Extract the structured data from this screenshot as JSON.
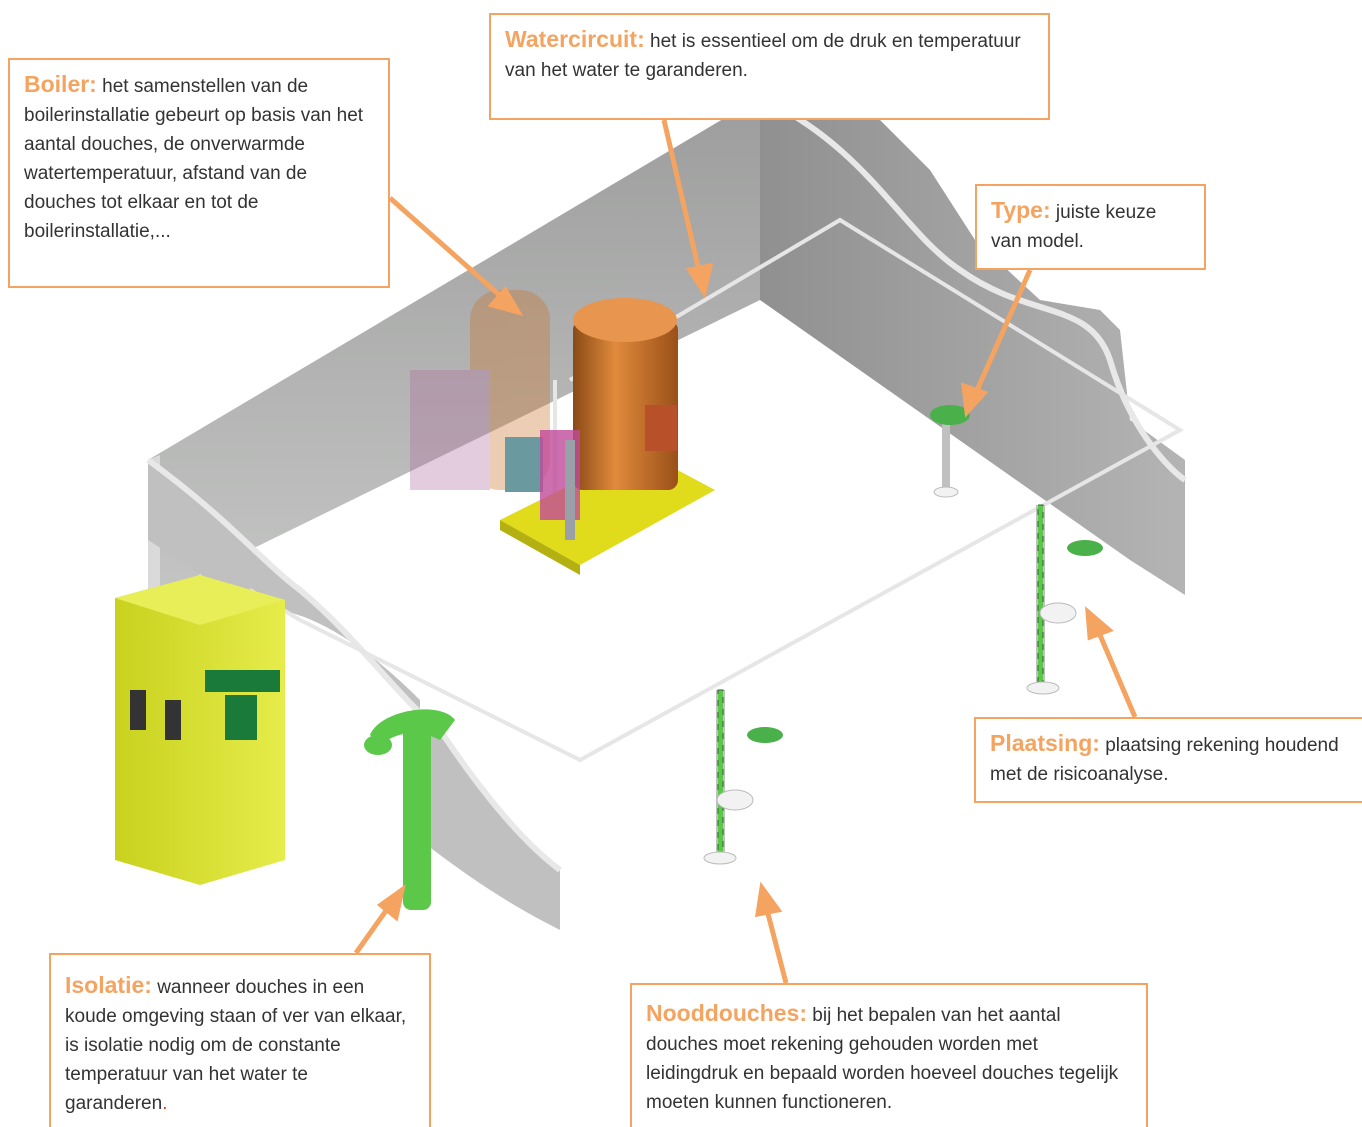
{
  "callouts": {
    "boiler": {
      "keyword": "Boiler:",
      "text": "het samenstellen van de boilerinstallatie gebeurt op basis van het aantal douches, de onverwarmde watertemperatuur, afstand van de douches tot elkaar en tot de boilerinstallatie,..."
    },
    "watercircuit": {
      "keyword": "Watercircuit:",
      "text": "het is essentieel om de druk en temperatuur van het water te garanderen."
    },
    "type": {
      "keyword": "Type:",
      "text": "juiste keuze van model."
    },
    "plaatsing": {
      "keyword": "Plaatsing:",
      "text": "plaatsing rekening houdend met de risicoanalyse."
    },
    "isolatie": {
      "keyword": "Isolatie:",
      "text": "wanneer douches in een koude omgeving staan of ver van elkaar, is isolatie nodig om de constante temperatuur van het water te garanderen",
      "tail": "."
    },
    "nooddouches": {
      "keyword": "Nooddouches:",
      "text": "bij het bepalen van het aantal douches moet rekening gehouden worden met leidingdruk en bepaald worden hoeveel douches tegelijk moeten kunnen functioneren."
    }
  },
  "colors": {
    "accent": "#f4a460",
    "wall": "#a9aaa9",
    "boiler": "#c8732a",
    "safety_green": "#5cc84a",
    "cabinet_yellow": "#d9e22a"
  }
}
